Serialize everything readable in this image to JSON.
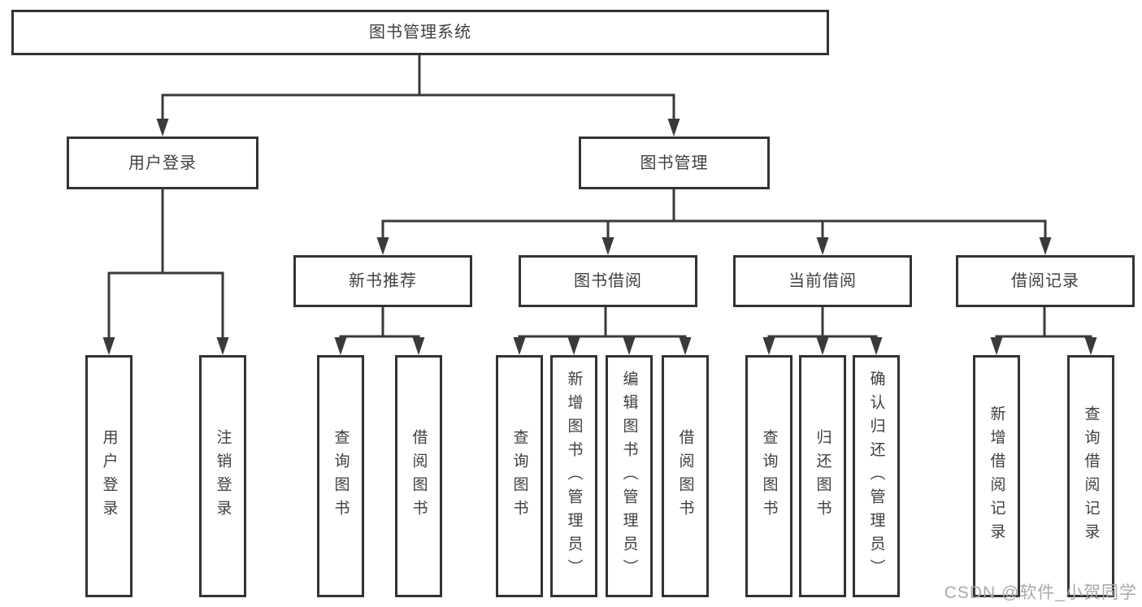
{
  "tree": {
    "root": {
      "label": "图书管理系统"
    },
    "level2": [
      {
        "label": "用户登录",
        "leaves": [
          {
            "label": "用户登录"
          },
          {
            "label": "注销登录"
          }
        ]
      },
      {
        "label": "图书管理",
        "children": [
          {
            "label": "新书推荐",
            "leaves": [
              {
                "label": "查询图书"
              },
              {
                "label": "借阅图书"
              }
            ]
          },
          {
            "label": "图书借阅",
            "leaves": [
              {
                "label": "查询图书"
              },
              {
                "label": "新增图书（管理员）"
              },
              {
                "label": "编辑图书（管理员）"
              },
              {
                "label": "借阅图书"
              }
            ]
          },
          {
            "label": "当前借阅",
            "leaves": [
              {
                "label": "查询图书"
              },
              {
                "label": "归还图书"
              },
              {
                "label": "确认归还（管理员）"
              }
            ]
          },
          {
            "label": "借阅记录",
            "leaves": [
              {
                "label": "新增借阅记录"
              },
              {
                "label": "查询借阅记录"
              }
            ]
          }
        ]
      }
    ]
  },
  "watermark": {
    "text": "CSDN @软件_小贺同学"
  },
  "colors": {
    "line": "#3a3a3a",
    "box_border": "#333333",
    "box_fill": "#ffffff",
    "text": "#3f3f3f",
    "watermark": "#a9a9a9"
  }
}
